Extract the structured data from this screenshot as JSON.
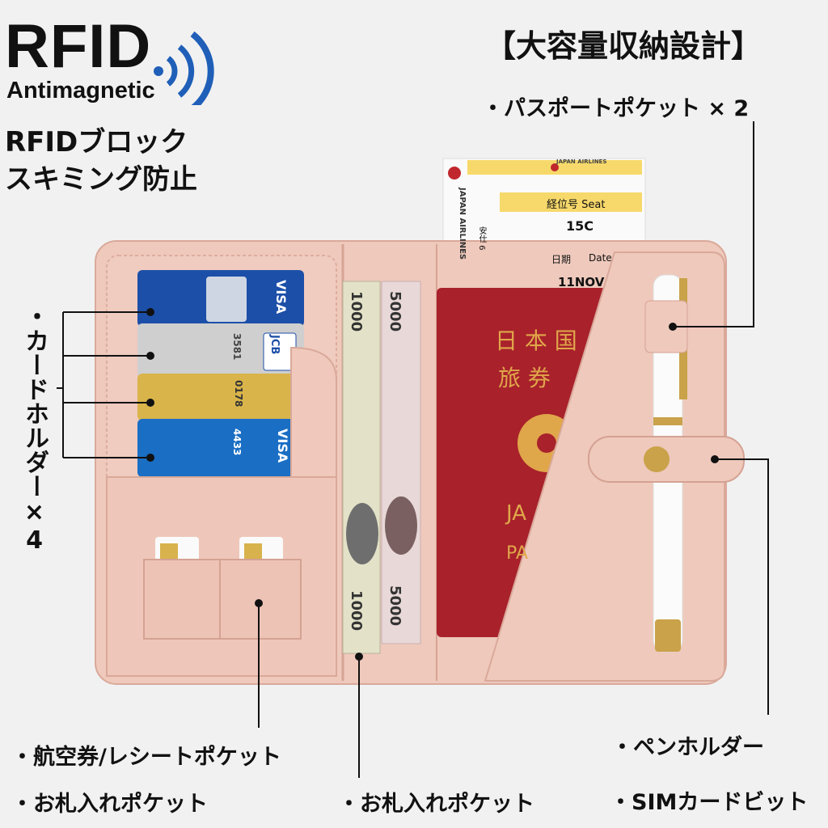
{
  "rfid": {
    "title": "RFID",
    "subtitle": "Antimagnetic",
    "jp_line1": "RFIDブロック",
    "jp_line2": "スキミング防止",
    "signal_color": "#1f5fb8"
  },
  "header": {
    "title": "【大容量収納設計】"
  },
  "callouts": {
    "passport_pocket": "・パスポートポケット × 2",
    "card_holder": "・カードホルダー×4",
    "ticket_pocket": "・航空券/レシートポケット",
    "bill_pocket_left": "・お札入れポケット",
    "bill_pocket_center": "・お札入れポケット",
    "pen_holder": "・ペンホルダー",
    "sim_slot": "・SIMカードビット"
  },
  "ticket": {
    "airline": "JAPAN AIRLINES",
    "airline_side": "JAPAN AIRLINES",
    "seat_label": "経位号 Seat",
    "seat": "15C",
    "date_label_jp": "日期",
    "date_label": "Date",
    "date": "11NOV",
    "side_code": "安仕 6"
  },
  "cards": [
    {
      "brand": "VISA",
      "color": "#1c4fa8",
      "number": ""
    },
    {
      "brand": "JCB",
      "color": "#c8c8c8",
      "number": "3581"
    },
    {
      "brand": "",
      "color": "#d9b44a",
      "number": "0178"
    },
    {
      "brand": "VISA",
      "color": "#1a6ec4",
      "number": "4433"
    }
  ],
  "bills": {
    "back": {
      "value_top": "5000",
      "value_bottom": "5000"
    },
    "front": {
      "value_top": "1000",
      "value_bottom": "1000"
    }
  },
  "passport": {
    "line1": "日 本 国",
    "line2": "旅 券",
    "jap": "JA",
    "pass": "PA",
    "color": "#a8212b"
  },
  "colors": {
    "wallet": "#efc9bc",
    "wallet_dark": "#e2b3a4",
    "gold": "#c9a24a"
  }
}
